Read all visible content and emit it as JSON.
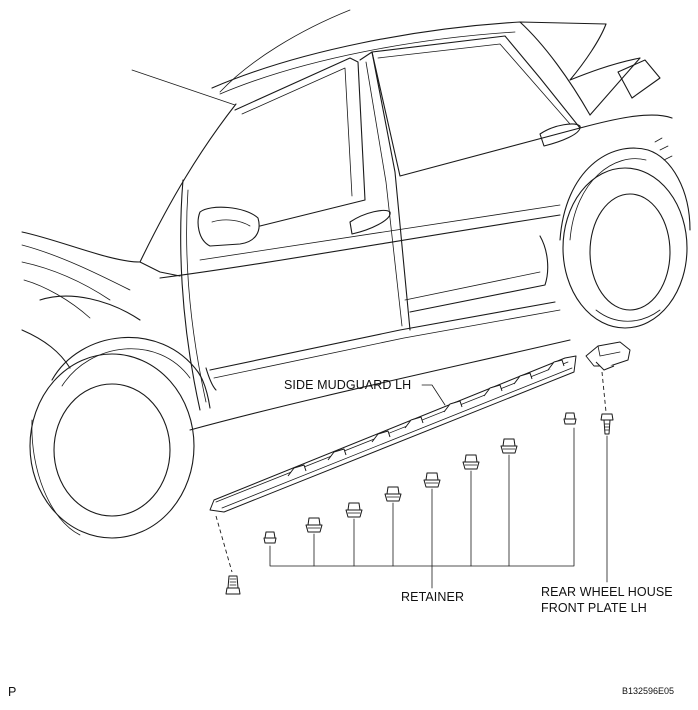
{
  "labels": {
    "side_mudguard": "SIDE MUDGUARD LH",
    "retainer": "RETAINER",
    "rear_wheel_house_line1": "REAR WHEEL HOUSE",
    "rear_wheel_house_line2": "FRONT PLATE LH",
    "page_marker": "P",
    "figure_code": "B132596E05"
  }
}
